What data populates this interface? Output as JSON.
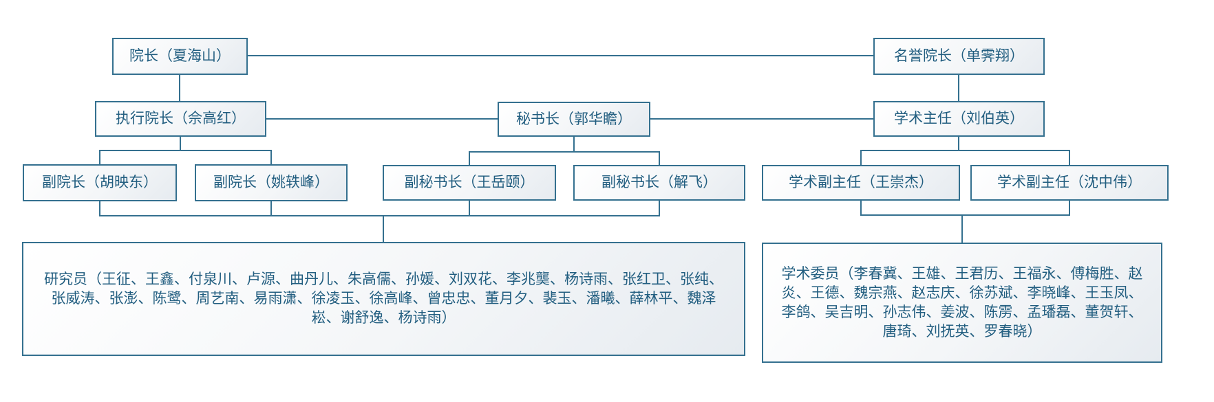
{
  "org_chart": {
    "type": "organization-chart",
    "colors": {
      "border": "#34708f",
      "connector_line": "#34708f",
      "text": "#225e80",
      "box_fill_start": "#ffffff",
      "box_fill_end": "#e6ebf0",
      "background": "#ffffff"
    },
    "nodes": {
      "dean": "院长（夏海山）",
      "honorary_dean": "名誉院长（单霁翔）",
      "executive_dean": "执行院长（佘高红）",
      "secretary_general": "秘书长（郭华瞻）",
      "academic_director": "学术主任（刘伯英）",
      "vice_dean_1": "副院长（胡映东）",
      "vice_dean_2": "副院长（姚轶峰）",
      "deputy_secretary_general_1": "副秘书长（王岳颐）",
      "deputy_secretary_general_2": "副秘书长（解飞）",
      "academic_deputy_director_1": "学术副主任（王崇杰）",
      "academic_deputy_director_2": "学术副主任（沈中伟）",
      "researchers": "研究员（王征、王鑫、付泉川、卢源、曲丹儿、朱高儒、孙媛、刘双花、李兆龑、杨诗雨、张红卫、张纯、张威涛、张澎、陈鹭、周艺南、易雨潇、徐凌玉、徐高峰、曾忠忠、董月夕、裴玉、潘曦、薛林平、魏泽崧、谢舒逸、杨诗雨）",
      "academic_committee": "学术委员（李春冀、王雄、王君历、王福永、傅梅胜、赵炎、王德、魏宗燕、赵志庆、徐苏斌、李晓峰、王玉凤、李鸽、吴吉明、孙志伟、姜波、陈雳、孟璠磊、董贺轩、唐琦、刘抚英、罗春晓）"
    },
    "hierarchy": {
      "dean_reports": [
        "executive_dean"
      ],
      "honorary_dean_reports": [
        "academic_director"
      ],
      "executive_dean_reports": [
        "vice_dean_1",
        "vice_dean_2"
      ],
      "secretary_general_reports": [
        "deputy_secretary_general_1",
        "deputy_secretary_general_2"
      ],
      "academic_director_reports": [
        "academic_deputy_director_1",
        "academic_deputy_director_2"
      ],
      "left_group_members_box": "researchers",
      "right_group_members_box": "academic_committee"
    }
  }
}
